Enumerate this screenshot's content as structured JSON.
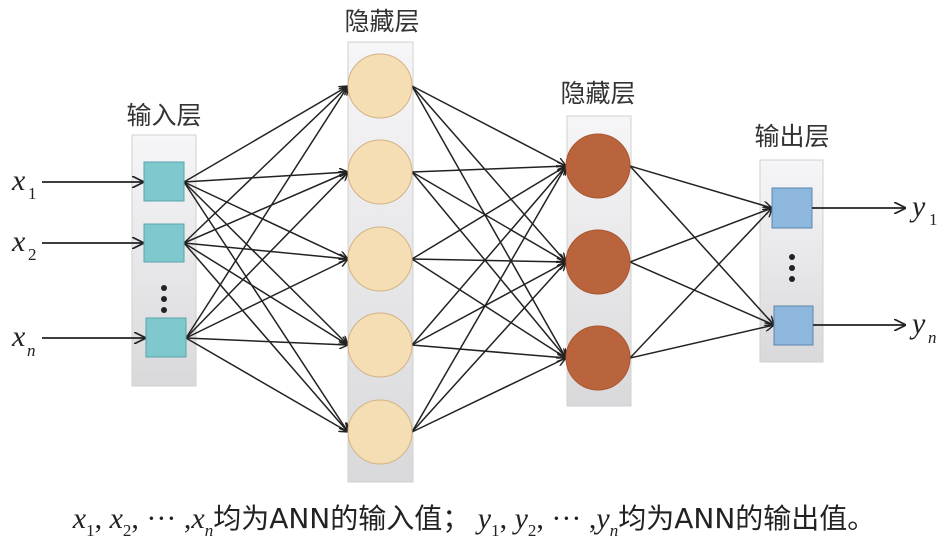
{
  "title": "ANN structure diagram",
  "layers": [
    {
      "name": "input",
      "title": "输入层",
      "node_shape": "square",
      "node_color": "#7ec8ce",
      "nodes": [
        "x1",
        "x2",
        "...",
        "xn"
      ]
    },
    {
      "name": "hidden1",
      "title": "隐藏层",
      "node_shape": "circle",
      "node_color": "#f5deb3",
      "node_count": 5
    },
    {
      "name": "hidden2",
      "title": "隐藏层",
      "node_shape": "circle",
      "node_color": "#b9643c",
      "node_count": 3
    },
    {
      "name": "output",
      "title": "输出层",
      "node_shape": "square",
      "node_color": "#8db7dc",
      "nodes": [
        "y1",
        "...",
        "yn"
      ]
    }
  ],
  "inputs": [
    {
      "var": "x",
      "sub": "1"
    },
    {
      "var": "x",
      "sub": "2"
    },
    {
      "var": "x",
      "sub": "n"
    }
  ],
  "outputs": [
    {
      "var": "y",
      "sub": "1"
    },
    {
      "var": "y",
      "sub": "n"
    }
  ],
  "ellipsis": "⋮",
  "caption": {
    "input_part": {
      "vars": [
        "x1",
        "x2",
        "xn"
      ],
      "text": "均为ANN的输入值；"
    },
    "output_part": {
      "vars": [
        "y1",
        "y2",
        "yn"
      ],
      "text": "均为ANN的输出值。"
    },
    "dots": "···",
    "comma": ","
  },
  "connections": "fully-connected between adjacent layers, arrows pointing toward next layer"
}
